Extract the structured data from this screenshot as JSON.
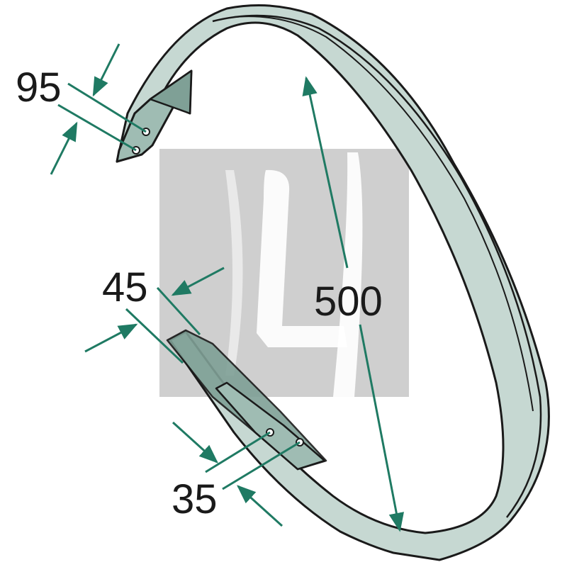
{
  "dimensions": {
    "hole_spacing_top": "95",
    "width_end": "45",
    "hole_spacing_bottom": "35",
    "diameter": "500"
  },
  "colors": {
    "part_fill": "#c6d8d2",
    "part_shade": "#9fbcb3",
    "part_dark": "#7fa096",
    "outline": "#1a1a1a",
    "dimension_line": "#1f7a63",
    "watermark": "#cfcfcf"
  }
}
